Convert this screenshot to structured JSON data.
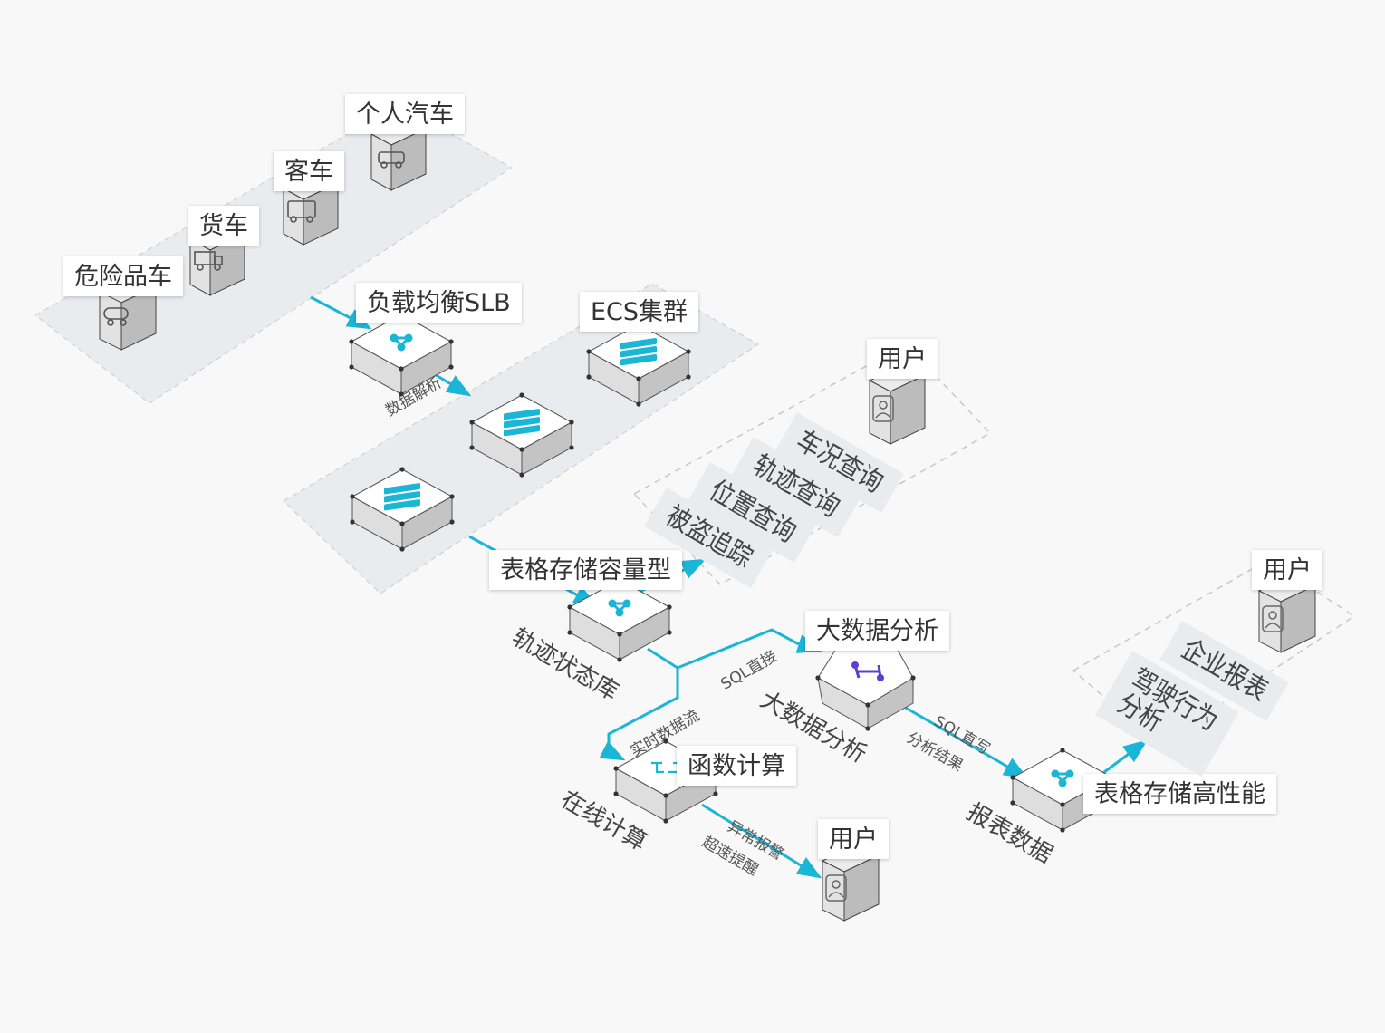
{
  "vehicles": [
    "个人汽车",
    "客车",
    "货车",
    "危险品车"
  ],
  "slb": "负载均衡SLB",
  "ecs": "ECS集群",
  "arrow_parse": "数据解析",
  "users_label": "用户",
  "queries": [
    "车况查询",
    "轨迹查询",
    "位置查询",
    "被盗追踪"
  ],
  "tablestore_capacity": "表格存储容量型",
  "track_db": "轨迹状态库",
  "sql_direct": "SQL直接",
  "realtime_stream": "实时数据流",
  "bigdata": "大数据分析",
  "bigdata_iso": "大数据分析",
  "sql_write": "SQL直写",
  "analysis_result": "分析结果",
  "fc": "函数计算",
  "online_compute": "在线计算",
  "alarm": "异常报警",
  "speeding": "超速提醒",
  "report_data": "报表数据",
  "tablestore_perf": "表格存储高性能",
  "reports": [
    "企业报表",
    "驾驶行为\n分析"
  ],
  "colors": {
    "accent": "#1bb5d6",
    "purple": "#5b3fd1",
    "zone": "#e9ecef"
  }
}
